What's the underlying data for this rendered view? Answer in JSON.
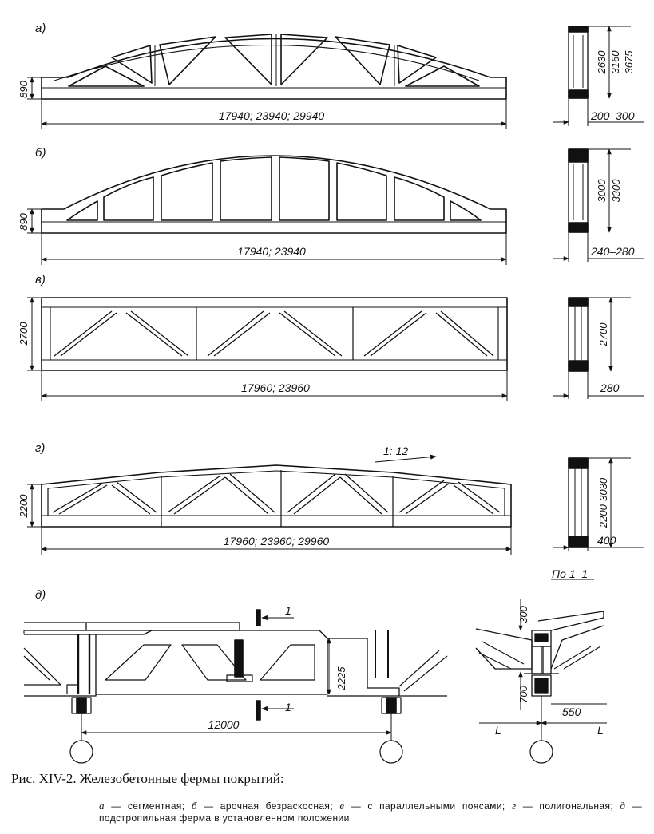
{
  "figure": {
    "a": {
      "letter": "а)",
      "height": "890",
      "span": "17940; 23940; 29940",
      "section_dims": [
        "2630",
        "3160",
        "3675"
      ],
      "section_width": "200–300"
    },
    "b": {
      "letter": "б)",
      "height": "890",
      "span": "17940; 23940",
      "section_dims": [
        "3000",
        "3300"
      ],
      "section_width": "240–280"
    },
    "v": {
      "letter": "в)",
      "height": "2700",
      "span": "17960; 23960",
      "section_dims": [
        "2700"
      ],
      "section_width": "280"
    },
    "g": {
      "letter": "г)",
      "height": "2200",
      "span": "17960; 23960; 29960",
      "slope": "1: 12",
      "section_dims": [
        "2200-3030"
      ],
      "section_width": "400"
    },
    "d": {
      "letter": "д)",
      "section_title": "По 1–1",
      "cut_mark": "1",
      "span": "12000",
      "height": "2225",
      "dim_300": "300",
      "dim_700": "700",
      "dim_550": "550",
      "axis": "L"
    }
  },
  "caption": {
    "title": "Рис. XIV-2. Железобетонные фермы покрытий:",
    "items": [
      {
        "letter": "а",
        "text": "— сегментная;"
      },
      {
        "letter": "б",
        "text": "— арочная безраскосная;"
      },
      {
        "letter": "в",
        "text": "— с параллельными поясами;"
      },
      {
        "letter": "г",
        "text": "— полигональная;"
      },
      {
        "letter": "д",
        "text": "— подстропильная ферма в установленном положении"
      }
    ]
  }
}
